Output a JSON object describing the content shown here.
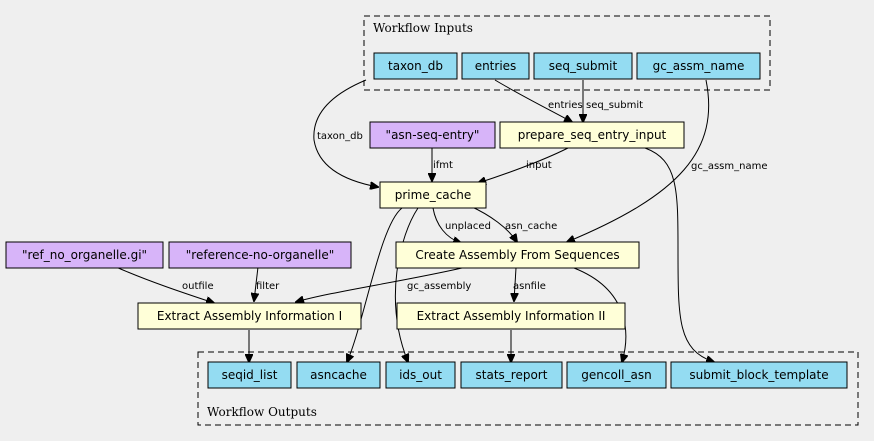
{
  "clusters": {
    "inputs_title": "Workflow Inputs",
    "outputs_title": "Workflow Outputs"
  },
  "colors": {
    "io_fill": "#94dcf2",
    "step_fill": "#ffffd8",
    "constant_fill": "#d7b4f9",
    "background": "#efefef"
  },
  "nodes": {
    "taxon_db": "taxon_db",
    "entries": "entries",
    "seq_submit": "seq_submit",
    "gc_assm_name": "gc_assm_name",
    "asn_seq_entry": "\"asn-seq-entry\"",
    "prepare_seq_entry_input": "prepare_seq_entry_input",
    "prime_cache": "prime_cache",
    "ref_no_organelle_gi": "\"ref_no_organelle.gi\"",
    "reference_no_organelle": "\"reference-no-organelle\"",
    "create_assembly": "Create Assembly From Sequences",
    "extract_info_1": "Extract Assembly Information I",
    "extract_info_2": "Extract Assembly Information II",
    "seqid_list": "seqid_list",
    "asncache": "asncache",
    "ids_out": "ids_out",
    "stats_report": "stats_report",
    "gencoll_asn": "gencoll_asn",
    "submit_block_template": "submit_block_template"
  },
  "edge_labels": {
    "entries": "entries",
    "seq_submit": "seq_submit",
    "taxon_db": "taxon_db",
    "ifmt": "ifmt",
    "input": "input",
    "gc_assm_name": "gc_assm_name",
    "unplaced": "unplaced",
    "asn_cache": "asn_cache",
    "outfile": "outfile",
    "filter": "filter",
    "gc_assembly": "gc_assembly",
    "asnfile": "asnfile"
  }
}
